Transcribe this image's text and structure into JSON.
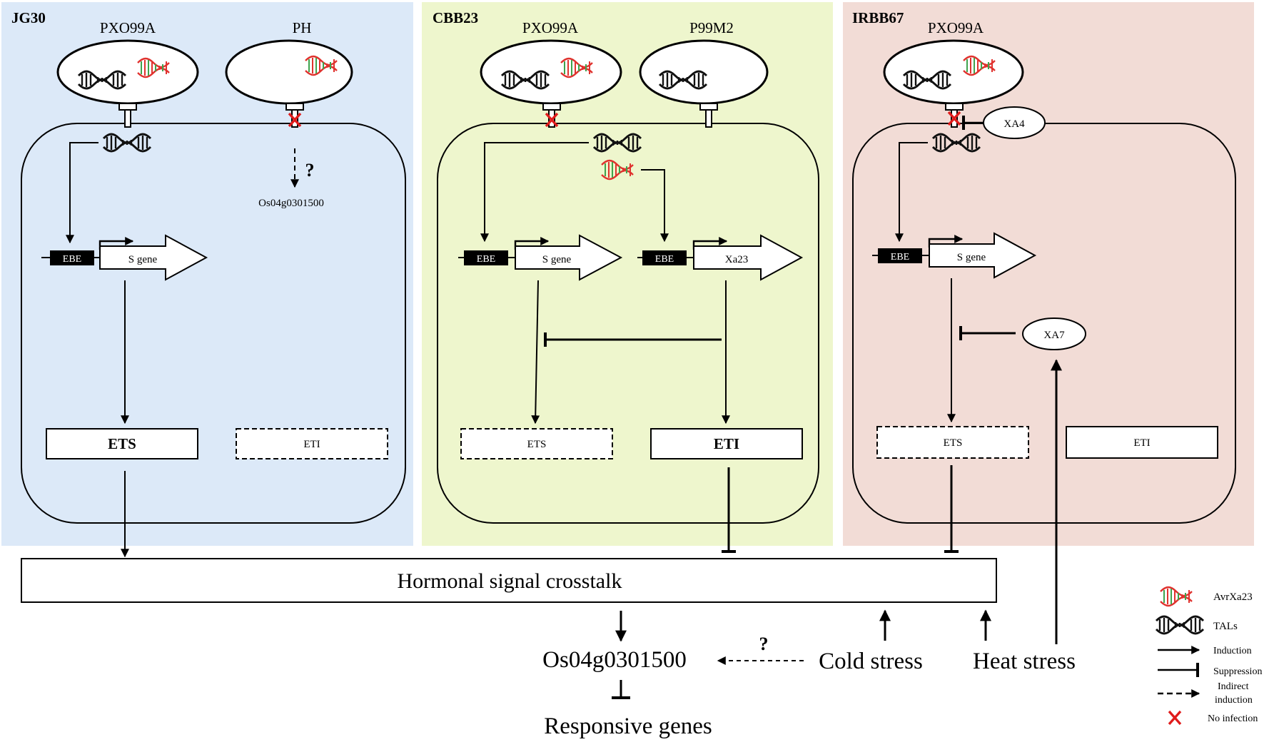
{
  "panels": {
    "jg30": {
      "label": "JG30",
      "pathogen_left": "PXO99A",
      "pathogen_right": "PH",
      "target_gene": "Os04g0301500",
      "question": "?",
      "ebe": "EBE",
      "gene": "S gene",
      "ets": "ETS",
      "eti": "ETI"
    },
    "cbb23": {
      "label": "CBB23",
      "pathogen_left": "PXO99A",
      "pathogen_right": "P99M2",
      "ebe_left": "EBE",
      "gene_left": "S gene",
      "ebe_right": "EBE",
      "gene_right": "Xa23",
      "ets": "ETS",
      "eti": "ETI"
    },
    "irbb67": {
      "label": "IRBB67",
      "pathogen": "PXO99A",
      "xa4": "XA4",
      "xa7": "XA7",
      "ebe": "EBE",
      "gene": "S gene",
      "ets": "ETS",
      "eti": "ETI"
    }
  },
  "bottom": {
    "crosstalk": "Hormonal signal crosstalk",
    "target_gene": "Os04g0301500",
    "responsive": "Responsive genes",
    "cold": "Cold stress",
    "heat": "Heat stress",
    "question": "?"
  },
  "legend": {
    "avr": "AvrXa23",
    "tals": "TALs",
    "induction": "Induction",
    "suppression": "Suppression",
    "indirect_1": "Indirect",
    "indirect_2": "induction",
    "no_infection": "No infection"
  },
  "colors": {
    "panel_jg30": "#dce9f8",
    "panel_cbb23": "#eef6cd",
    "panel_irbb67": "#f2dcd6",
    "cross_red": "#e01b1b",
    "avr_red": "#e0322e",
    "avr_green": "#3fa34d"
  }
}
